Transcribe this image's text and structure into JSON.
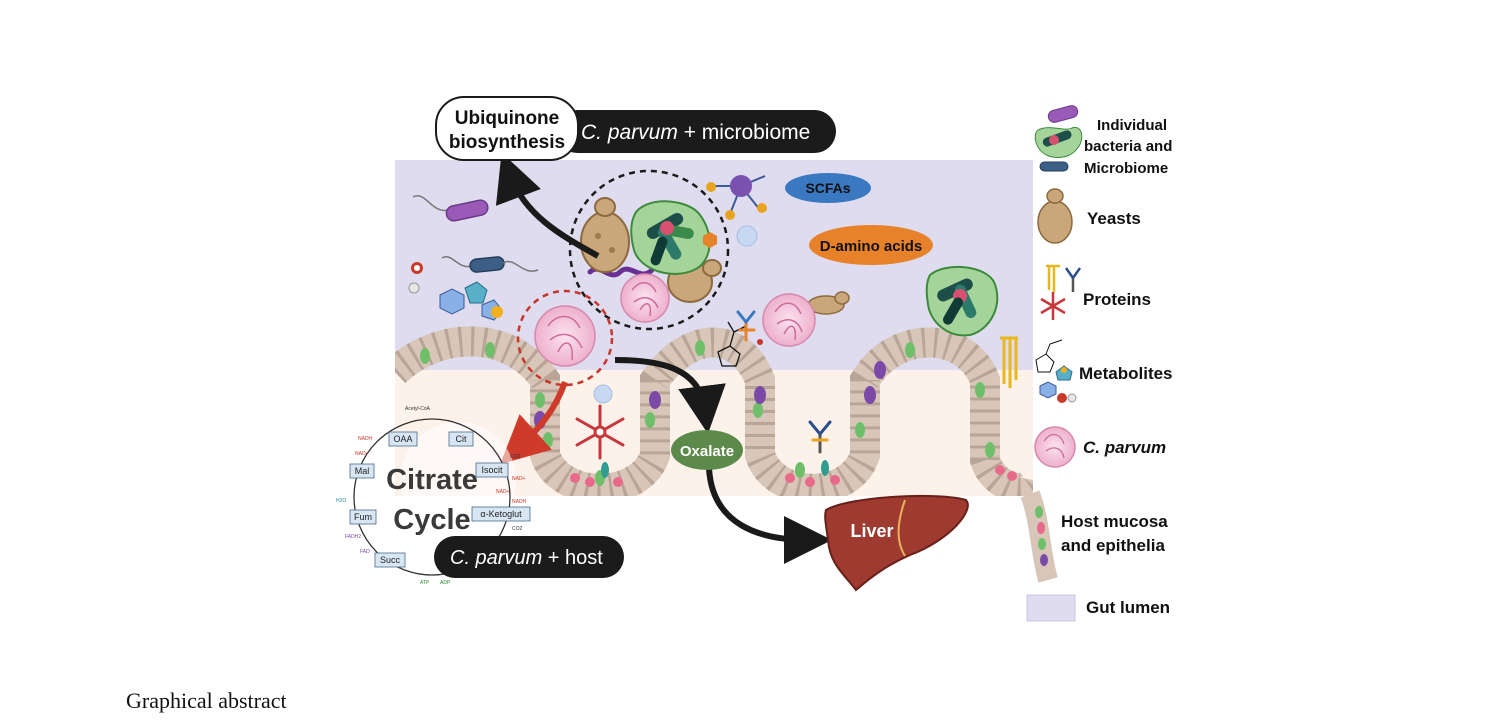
{
  "labels": {
    "ubiquinone": [
      "Ubiquinone",
      "biosynthesis"
    ],
    "microbiome_badge": {
      "italic": "C. parvum",
      "rest": " + microbiome"
    },
    "host_badge": {
      "italic": "C. parvum",
      "rest": " + host"
    },
    "scfas": "SCFAs",
    "d_amino_acids": "D-amino acids",
    "oxalate": "Oxalate",
    "liver": "Liver",
    "citrate_cycle": [
      "Citrate",
      "Cycle"
    ]
  },
  "tca_cycle": {
    "metabolites": [
      "OAA",
      "Cit",
      "Isocit",
      "α-Ketoglut",
      "Succ",
      "Fum",
      "Mal"
    ],
    "cofactors": [
      "Acetyl-CoA",
      "NADH",
      "NAD+",
      "NAD+",
      "NADH",
      "CO2",
      "CO2",
      "NAD+",
      "FADH2",
      "FAD",
      "H2O",
      "ATP",
      "ADP"
    ]
  },
  "legend": [
    {
      "id": "bacteria",
      "icon": "bacteria-icon",
      "label": [
        "Individual",
        "bacteria and",
        "Microbiome"
      ]
    },
    {
      "id": "yeasts",
      "icon": "yeast-icon",
      "label": [
        "Yeasts"
      ]
    },
    {
      "id": "proteins",
      "icon": "protein-icon",
      "label": [
        "Proteins"
      ]
    },
    {
      "id": "metabolites",
      "icon": "metabolite-icon",
      "label": [
        "Metabolites"
      ]
    },
    {
      "id": "cparvum",
      "icon": "cparvum-icon",
      "label": [
        "C. parvum"
      ],
      "italic": true
    },
    {
      "id": "mucosa",
      "icon": "mucosa-icon",
      "label": [
        "Host mucosa",
        "and epithelia"
      ]
    },
    {
      "id": "lumen",
      "icon": "gut-lumen-swatch",
      "label": [
        "Gut lumen"
      ]
    }
  ],
  "colors": {
    "gut_lumen": "#dedcee",
    "oxalate": "#5b8a4a",
    "liver": "#9e3a30",
    "scfas": "#3b78c2",
    "d_amino_acids": "#e8822a",
    "infection_arrow": "#cf3a2a",
    "dark_badge": "#1b1b1b"
  },
  "caption": "Graphical abstract"
}
